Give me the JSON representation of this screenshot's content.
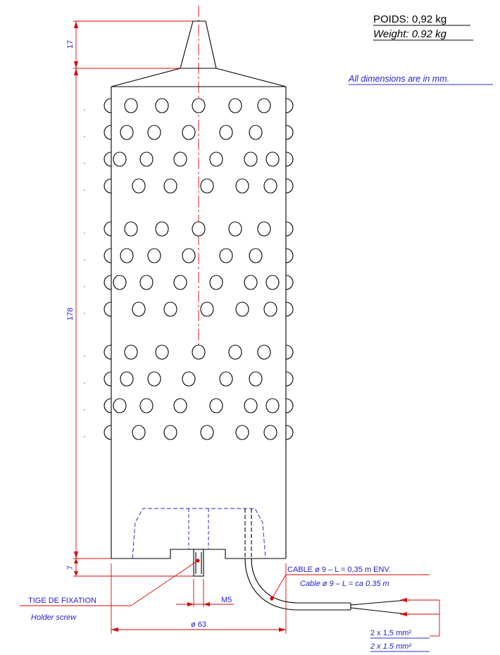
{
  "weight": {
    "fr": "POIDS: 0,92 kg",
    "en": "Weight: 0.92 kg"
  },
  "units_note": "All dimensions are in mm.",
  "dimensions": {
    "tip_height": "17",
    "body_height": "178",
    "base_height": "7",
    "diameter": "ø 63",
    "thread": "M5"
  },
  "cable": {
    "fr": "CABLE ø 9 –   L = 0,35 m ENV.",
    "en": "Cable ø 9 – L = ca 0.35 m"
  },
  "holder": {
    "fr": "TIGE DE FIXATION",
    "en": "Holder screw"
  },
  "wires": {
    "fr": "2 x 1,5 mm²",
    "en": "2 x 1.5 mm²"
  },
  "colors": {
    "outline": "#000000",
    "dimension": "#e00000",
    "hidden_detail": "#2b2bd6",
    "note_text": "#2020d0"
  }
}
